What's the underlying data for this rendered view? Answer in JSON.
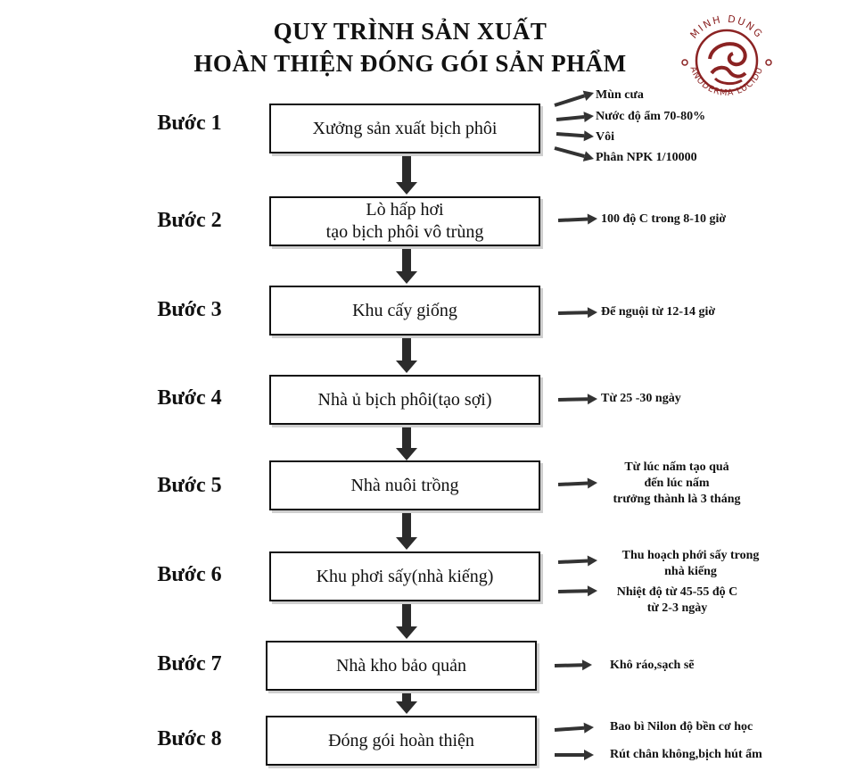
{
  "title": {
    "line1": "QUY TRÌNH SẢN XUẤT",
    "line2": "HOÀN THIỆN ĐÓNG GÓI SẢN PHẨM"
  },
  "logo": {
    "top_text": "MINH DUNG",
    "bottom_text": "GANODERMA LUCIDUM",
    "color": "#8b2323"
  },
  "steps": [
    {
      "label": "Bước 1",
      "box_lines": [
        "Xưởng sản xuất bịch phôi"
      ],
      "notes": [
        "Mùn cưa",
        "Nước độ ẩm 70-80%",
        "Vôi",
        "Phân NPK 1/10000"
      ]
    },
    {
      "label": "Bước 2",
      "box_lines": [
        "Lò hấp hơi",
        "tạo bịch phôi vô trùng"
      ],
      "notes": [
        "100 độ C trong 8-10 giờ"
      ]
    },
    {
      "label": "Bước 3",
      "box_lines": [
        "Khu cấy giống"
      ],
      "notes": [
        "Để nguội từ 12-14 giờ"
      ]
    },
    {
      "label": "Bước 4",
      "box_lines": [
        "Nhà ủ bịch phôi(tạo sợi)"
      ],
      "notes": [
        "Từ 25 -30 ngày"
      ]
    },
    {
      "label": "Bước 5",
      "box_lines": [
        "Nhà nuôi trồng"
      ],
      "notes": [
        "Từ lúc nấm tạo quả\nđến lúc nấm\ntrưởng thành là 3 tháng"
      ]
    },
    {
      "label": "Bước 6",
      "box_lines": [
        "Khu phơi sấy(nhà kiếng)"
      ],
      "notes": [
        "Thu hoạch phới sấy trong\nnhà kiếng",
        "Nhiệt độ từ 45-55 độ C\ntừ 2-3 ngày"
      ]
    },
    {
      "label": "Bước 7",
      "box_lines": [
        "Nhà kho bảo quản"
      ],
      "notes": [
        "Khô ráo,sạch sẽ"
      ]
    },
    {
      "label": "Bước 8",
      "box_lines": [
        "Đóng gói hoàn thiện"
      ],
      "notes": [
        "Bao bì Nilon độ bền cơ học",
        "Rút chân không,bịch hút ẩm"
      ]
    }
  ]
}
